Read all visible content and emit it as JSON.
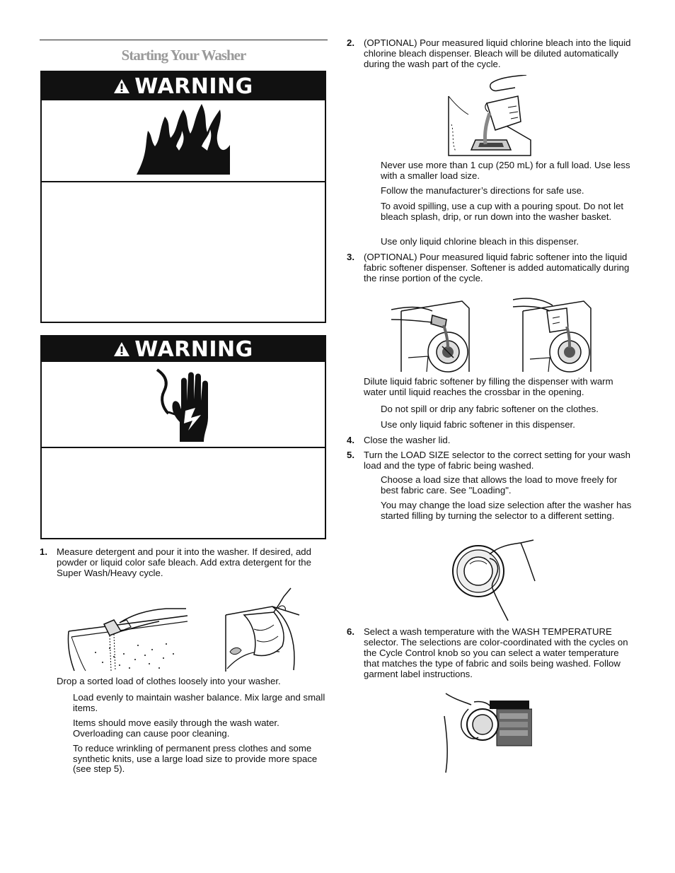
{
  "section": {
    "title": "Starting Your Washer"
  },
  "warnings": [
    {
      "label": "WARNING",
      "icon": "fire-hazard-icon"
    },
    {
      "label": "WARNING",
      "icon": "electric-shock-icon"
    }
  ],
  "steps": {
    "s1": {
      "num": "1.",
      "text": "Measure detergent and pour it into the washer. If desired, add powder or liquid color safe bleach. Add extra detergent for the Super Wash/Heavy cycle."
    },
    "s1_after": "Drop a sorted load of clothes loosely into your washer.",
    "s1_notes": [
      "Load evenly to maintain washer balance. Mix large and small items.",
      "Items should move easily through the wash water. Overloading can cause poor cleaning.",
      "To reduce wrinkling of permanent press clothes and some synthetic knits, use a large load size to provide more space (see step 5)."
    ],
    "s2": {
      "num": "2.",
      "text": "(OPTIONAL) Pour measured liquid chlorine bleach into the liquid chlorine bleach dispenser. Bleach will be diluted automatically during the wash part of the cycle."
    },
    "s2_notes": [
      "Never use more than 1 cup (250 mL) for a full load. Use less with a smaller load size.",
      "Follow the manufacturer’s directions for safe use.",
      "To avoid spilling, use a cup with a pouring spout. Do not let bleach splash, drip, or run down into the washer basket.",
      "Use only liquid chlorine bleach in this dispenser."
    ],
    "s3": {
      "num": "3.",
      "text": "(OPTIONAL) Pour measured liquid fabric softener into the liquid fabric softener dispenser. Softener is added automatically during the rinse portion of the cycle."
    },
    "s3_after": "Dilute liquid fabric softener by filling the dispenser with warm water until liquid reaches the crossbar in the opening.",
    "s3_notes": [
      "Do not spill or drip any fabric softener on the clothes.",
      "Use only liquid fabric softener in this dispenser."
    ],
    "s4": {
      "num": "4.",
      "text": "Close the washer lid."
    },
    "s5": {
      "num": "5.",
      "text": "Turn the LOAD SIZE selector to the correct setting for your wash load and the type of fabric being washed."
    },
    "s5_notes": [
      "Choose a load size that allows the load to move freely for best fabric care. See \"Loading\".",
      "You may change the load size selection after the washer has started filling by turning the selector to a different setting."
    ],
    "s6": {
      "num": "6.",
      "text": "Select a wash temperature with the WASH TEMPERATURE selector. The selections are color-coordinated with the cycles on the Cycle Control knob so you can select a water temperature that matches the type of fabric and soils being washed. Follow garment label instructions."
    }
  }
}
